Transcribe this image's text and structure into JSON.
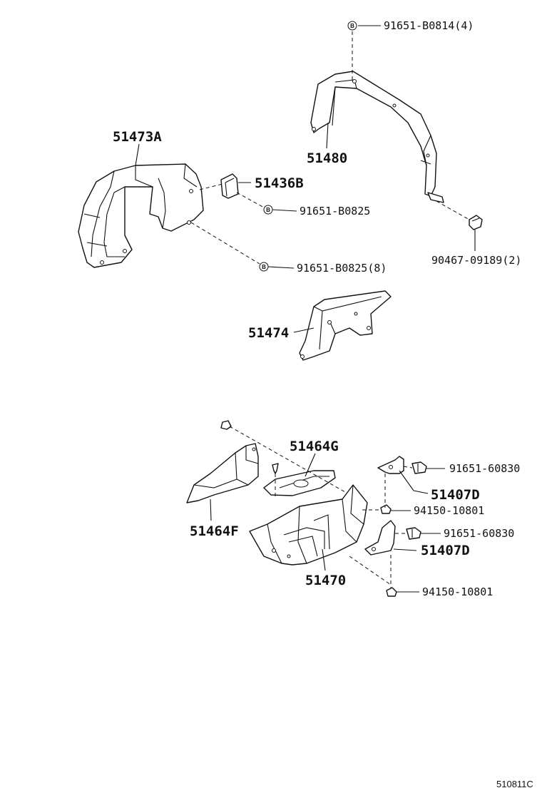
{
  "diagram": {
    "reference_code": "510811C",
    "bolt_marker_letter": "B",
    "parts": [
      {
        "id": "51473A",
        "label": "51473A"
      },
      {
        "id": "51480",
        "label": "51480"
      },
      {
        "id": "51436B",
        "label": "51436B"
      },
      {
        "id": "51474",
        "label": "51474"
      },
      {
        "id": "51464G",
        "label": "51464G"
      },
      {
        "id": "51464F",
        "label": "51464F"
      },
      {
        "id": "51470",
        "label": "51470"
      },
      {
        "id": "51407D_upper",
        "label": "51407D"
      },
      {
        "id": "51407D_lower",
        "label": "51407D"
      }
    ],
    "fasteners": [
      {
        "id": "f1",
        "label": "91651-B0814(4)"
      },
      {
        "id": "f2",
        "label": "91651-B0825"
      },
      {
        "id": "f3",
        "label": "91651-B0825(8)"
      },
      {
        "id": "f4",
        "label": "90467-09189(2)"
      },
      {
        "id": "f5",
        "label": "91651-60830"
      },
      {
        "id": "f6",
        "label": "94150-10801"
      },
      {
        "id": "f7",
        "label": "91651-60830"
      },
      {
        "id": "f8",
        "label": "94150-10801"
      }
    ]
  }
}
